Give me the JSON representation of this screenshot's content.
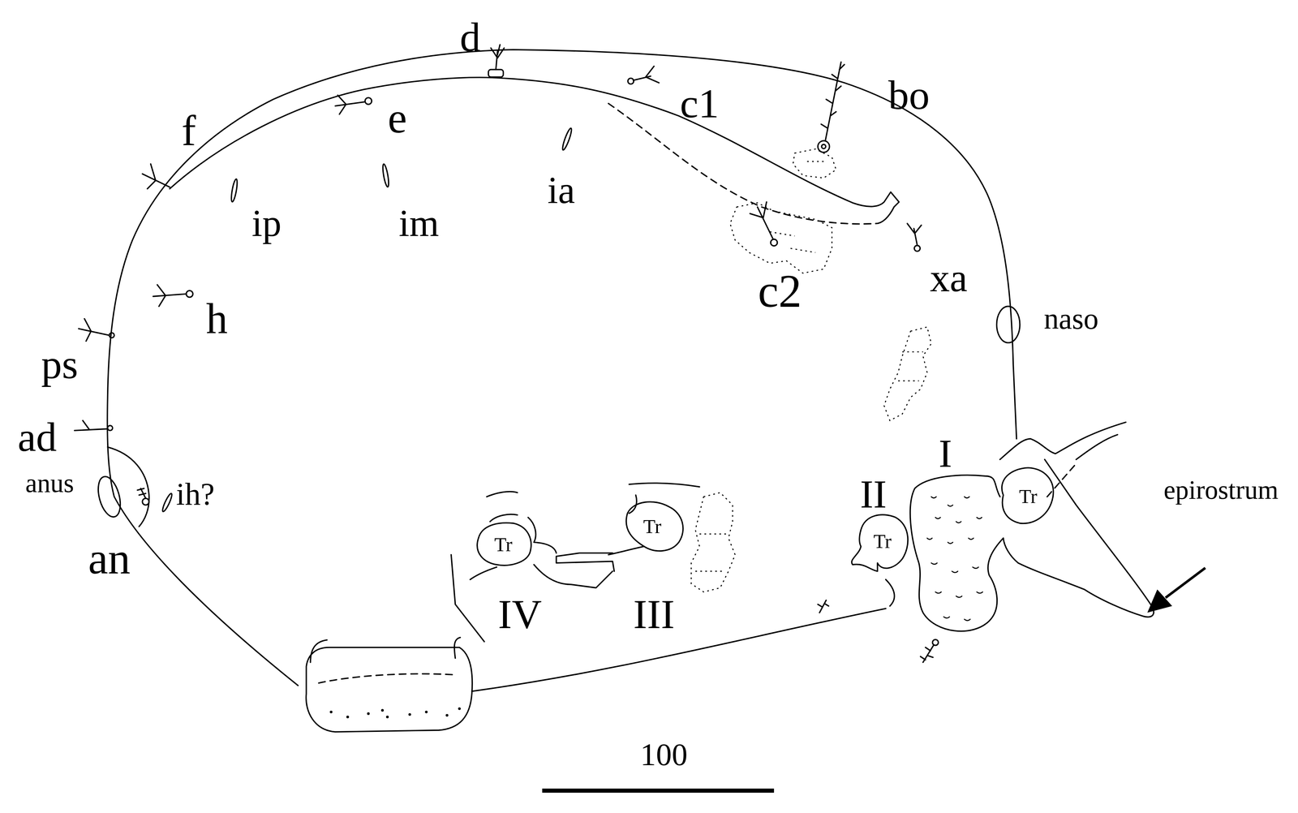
{
  "diagram": {
    "labels": [
      "d",
      "bo",
      "c1",
      "f",
      "e",
      "ia",
      "ip",
      "im",
      "c2",
      "xa",
      "h",
      "naso",
      "ps",
      "ad",
      "anus",
      "ih?",
      "an",
      "epirostrum",
      "II",
      "I",
      "Tr",
      "Tr",
      "Tr",
      "Tr",
      "IV",
      "III",
      "100"
    ]
  }
}
